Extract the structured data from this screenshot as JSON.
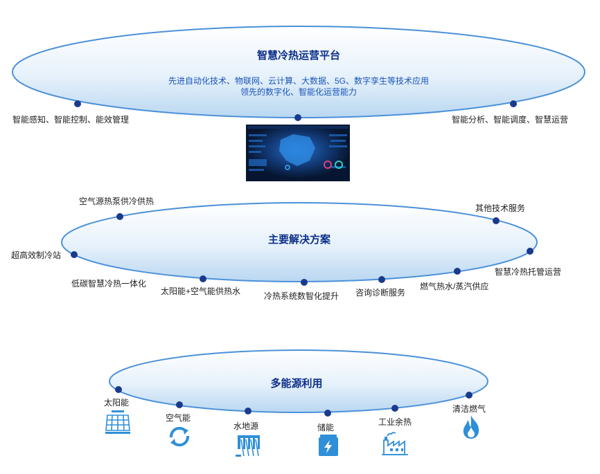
{
  "platform": {
    "title": "智慧冷热运营平台",
    "desc_line1": "先进自动化技术、物联网、云计算、大数据、5G、数字孪生等技术应用",
    "desc_line2": "领先的数字化、智能化运营能力",
    "left_label": "智能感知、智能控制、能效管理",
    "right_label": "智能分析、智能调度、智慧运营"
  },
  "solutions": {
    "title": "主要解决方案",
    "items": [
      "空气源热泵供冷供热",
      "其他技术服务",
      "超高效制冷站",
      "智慧冷热托管运营",
      "低碳智慧冷热一体化",
      "太阳能+空气能供热水",
      "冷热系统数智化提升",
      "咨询诊断服务",
      "燃气热水/蒸汽供应"
    ]
  },
  "energy": {
    "title": "多能源利用",
    "items": [
      {
        "label": "太阳能",
        "icon": "solar-panel-icon"
      },
      {
        "label": "空气能",
        "icon": "recycle-arrows-icon"
      },
      {
        "label": "水地源",
        "icon": "dam-water-icon"
      },
      {
        "label": "储能",
        "icon": "battery-icon"
      },
      {
        "label": "工业余热",
        "icon": "factory-icon"
      },
      {
        "label": "清洁燃气",
        "icon": "flame-icon"
      }
    ]
  },
  "colors": {
    "dot": "#1a3a8c",
    "ellipse_stroke": "#4a90d9",
    "title": "#0c2f8a",
    "desc": "#1a55b8",
    "icon": "#2f8fd8"
  }
}
